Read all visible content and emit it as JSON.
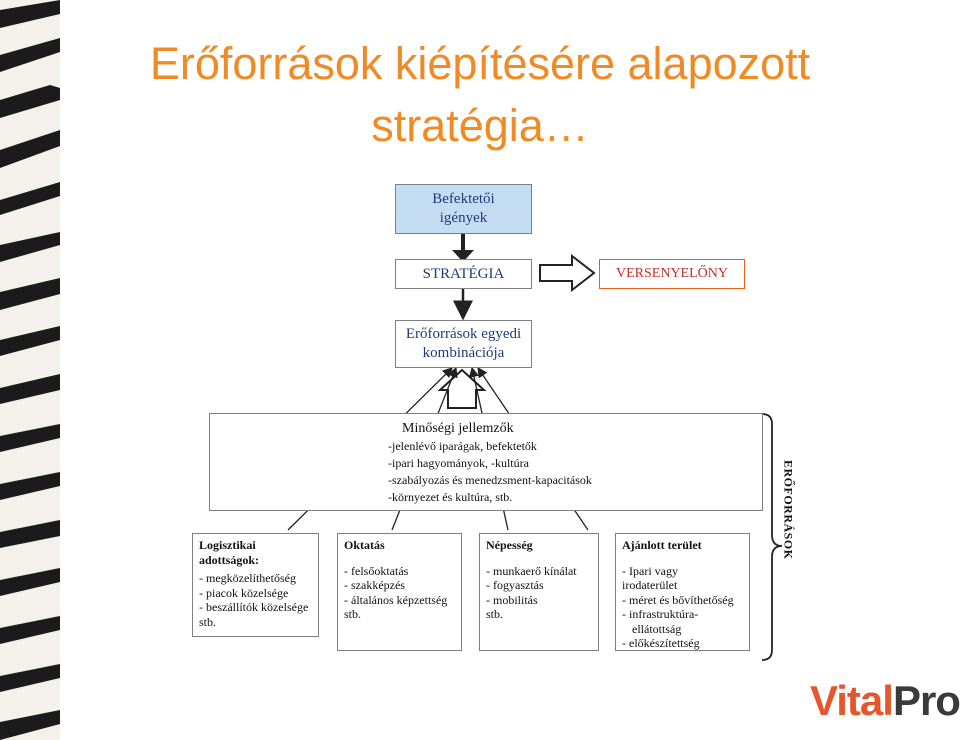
{
  "title": {
    "line1": "Erőforrások kiépítésére alapozott",
    "line2": "stratégia…"
  },
  "top_box": {
    "line1": "Befektetői",
    "line2": "igények"
  },
  "strategy": "STRATÉGIA",
  "advantage": "VERSENYELŐNY",
  "combo": {
    "line1": "Erőforrások egyedi",
    "line2": "kombinációja"
  },
  "quality": {
    "title": "Minőségi jellemzők",
    "items": [
      "-jelenlévő iparágak, befektetők",
      "-ipari hagyományok, -kultúra",
      "-szabályozás és menedzsment-kapacitások",
      "-környezet és kultúra, stb."
    ]
  },
  "resources_label": "ERŐFORRÁSOK",
  "factors": [
    {
      "title": "Logisztikai adottságok:",
      "items": [
        "- megközelíthetőség",
        "- piacok közelsége",
        "- beszállítók közelsége",
        "stb."
      ]
    },
    {
      "title": "Oktatás",
      "items": [
        "- felsőoktatás",
        "- szakképzés",
        "- általános képzettség",
        "stb."
      ]
    },
    {
      "title": "Népesség",
      "items": [
        "- munkaerő kínálat",
        "- fogyasztás",
        "- mobilitás",
        "stb."
      ]
    },
    {
      "title": "Ajánlott terület",
      "items": [
        "- Ipari vagy",
        "irodaterület",
        "- méret és bővíthetőség",
        "- infrastruktúra-",
        "ellátottság",
        "- előkészítettség"
      ]
    }
  ],
  "logo": {
    "part1": "Vital",
    "part2": "Pro"
  },
  "colors": {
    "accent": "#f08a24",
    "navy": "#1f3a7a",
    "top_box_fill": "#c5ddf3",
    "advantage_border": "#e8601a",
    "advantage_text": "#c0302a"
  }
}
